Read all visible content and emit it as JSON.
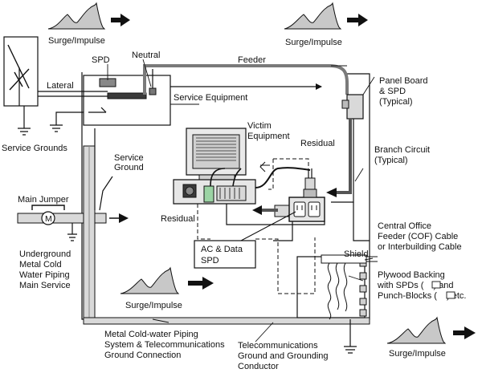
{
  "labels": {
    "surge_top_left": "Surge/Impulse",
    "surge_top_right": "Surge/Impulse",
    "surge_bottom_left": "Surge/Impulse",
    "surge_bottom_right": "Surge/Impulse",
    "spd": "SPD",
    "neutral": "Neutral",
    "feeder": "Feeder",
    "lateral": "Lateral",
    "service_equipment": "Service Equipment",
    "service_grounds": "Service Grounds",
    "service_ground_1": "Service",
    "service_ground_2": "Ground",
    "main_jumper": "Main Jumper",
    "meter": "M",
    "panel_board_1": "Panel Board",
    "panel_board_2": "& SPD",
    "panel_board_3": "(Typical)",
    "victim_1": "Victim",
    "victim_2": "Equipment",
    "residual_top": "Residual",
    "residual_left": "Residual",
    "branch_1": "Branch Circuit",
    "branch_2": "(Typical)",
    "underground_1": "Underground",
    "underground_2": "Metal Cold",
    "underground_3": "Water Piping",
    "underground_4": "Main Service",
    "acdata_1": "AC & Data",
    "acdata_2": "SPD",
    "cof_1": "Central Office",
    "cof_2": "Feeder (COF) Cable",
    "cof_3": "or Interbuilding Cable",
    "shield": "Shield",
    "plywood_1": "Plywood Backing",
    "plywood_2": "with SPDs (",
    "plywood_2b": ") and",
    "plywood_3": "Punch-Blocks (",
    "plywood_3b": ") etc.",
    "metal_pipe_1": "Metal Cold-water Piping",
    "metal_pipe_2": "System & Telecommunications",
    "metal_pipe_3": "Ground Connection",
    "telecom_1": "Telecommunications",
    "telecom_2": "Ground  and Grounding",
    "telecom_3": "Conductor"
  },
  "colors": {
    "line": "#1a1a1a",
    "panel_fill": "#d9d9d9",
    "screen_fill": "#cfcfcf",
    "dark_fill": "#3a3a3a",
    "surge_fill": "#c8c8c8"
  }
}
